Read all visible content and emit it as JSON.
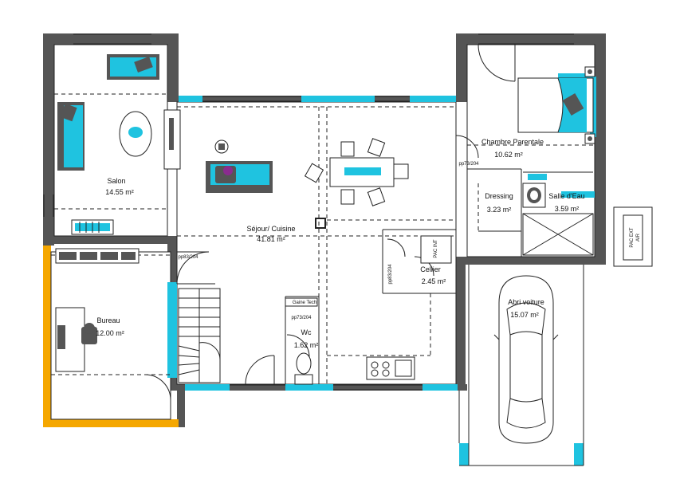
{
  "rooms": {
    "salon": {
      "name": "Salon",
      "area": "14.55 m²"
    },
    "sejour": {
      "name": "Séjour/ Cuisine",
      "area": "41.81 m²"
    },
    "chambre": {
      "name": "Chambre Parentale",
      "area": "10.62 m²"
    },
    "dressing": {
      "name": "Dressing",
      "area": "3.23 m²"
    },
    "sde": {
      "name": "Salle d'Eau",
      "area": "3.59 m²"
    },
    "cellier": {
      "name": "Cellier",
      "area": "2.45 m²"
    },
    "bureau": {
      "name": "Bureau",
      "area": "12.00 m²"
    },
    "wc": {
      "name": "Wc",
      "area": "1.62 m²"
    },
    "abri": {
      "name": "Abri voiture",
      "area": "15.07 m²"
    }
  },
  "tags": {
    "door_salon": "pp83/204",
    "door_dressing": "pp73/204",
    "door_wc": "pp73/204",
    "door_cellier": "pp83/204",
    "gaine": "Gaine Tech",
    "pac_int": "PAC INT",
    "pac_ext": "PAC EXT",
    "air": "AIR"
  },
  "colors": {
    "wall": "#555555",
    "glazing": "#1fc3e0",
    "accent_orange": "#f5a700",
    "furniture_blue": "#1fc3e0",
    "line": "#222222"
  }
}
